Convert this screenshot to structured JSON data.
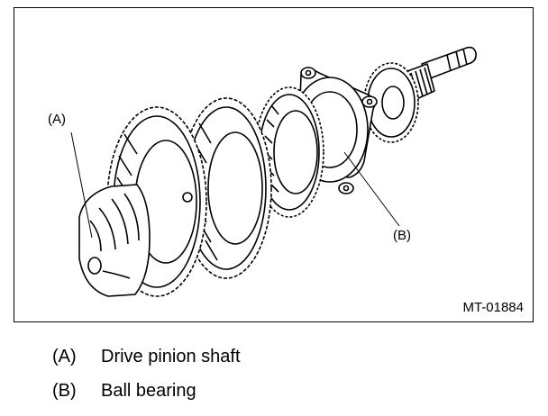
{
  "figure": {
    "id": "MT-01884",
    "callouts": [
      {
        "key": "(A)"
      },
      {
        "key": "(B)"
      }
    ]
  },
  "legend": [
    {
      "key": "(A)",
      "text": "Drive pinion shaft"
    },
    {
      "key": "(B)",
      "text": "Ball bearing"
    }
  ]
}
